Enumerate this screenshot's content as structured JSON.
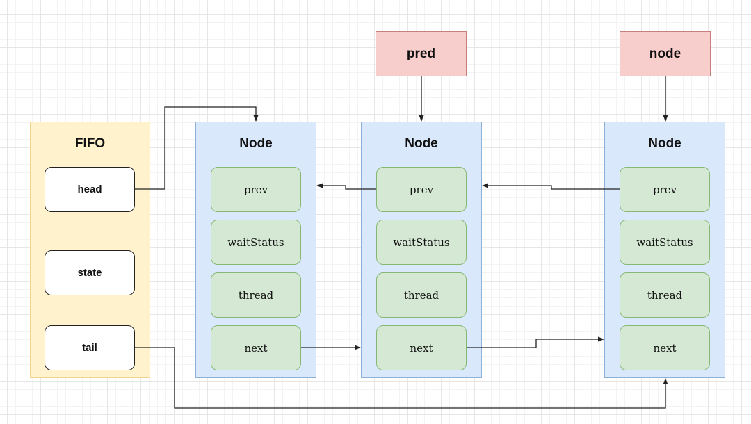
{
  "fifo": {
    "title": "FIFO",
    "fields": [
      "head",
      "state",
      "tail"
    ]
  },
  "nodes": [
    {
      "title": "Node",
      "members": [
        "prev",
        "waitStatus",
        "thread",
        "next"
      ]
    },
    {
      "title": "Node",
      "members": [
        "prev",
        "waitStatus",
        "thread",
        "next"
      ]
    },
    {
      "title": "Node",
      "members": [
        "prev",
        "waitStatus",
        "thread",
        "next"
      ]
    }
  ],
  "pointers": {
    "pred": "pred",
    "node": "node"
  },
  "colors": {
    "fifo_fill": "#fff2cc",
    "node_fill": "#dae8fc",
    "member_fill": "#d5e8d4",
    "pointer_fill": "#f8cecc",
    "edge": "#222222"
  }
}
